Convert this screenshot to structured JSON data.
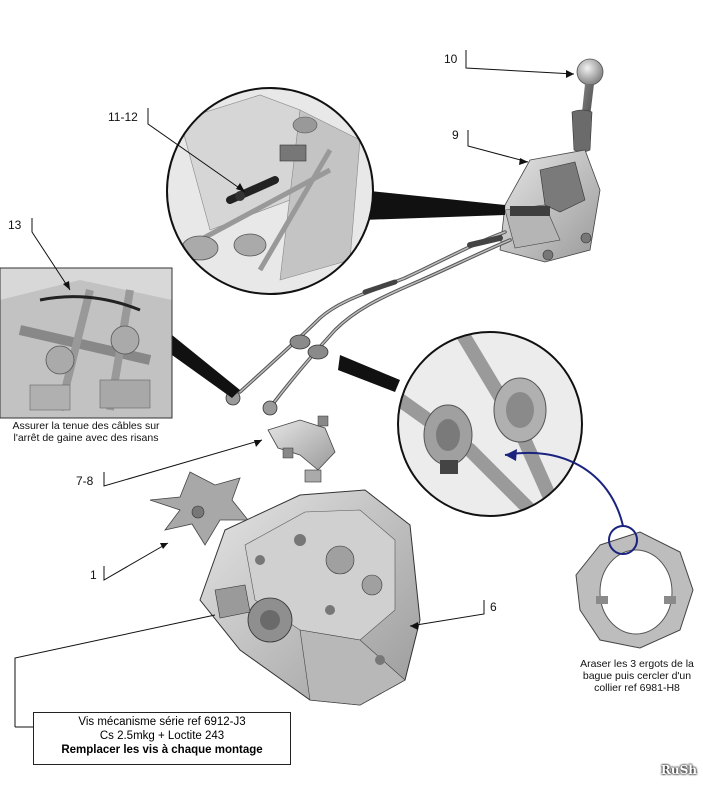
{
  "labels": {
    "part_10": "10",
    "part_11_12": "11-12",
    "part_9": "9",
    "part_13": "13",
    "part_7_8": "7-8",
    "part_1": "1",
    "part_6": "6"
  },
  "captions": {
    "cable_note_line1": "Assurer la tenue des câbles sur",
    "cable_note_line2": "l'arrêt de gaine avec des risans",
    "ring_note_line1": "Araser les 3 ergots de la",
    "ring_note_line2": "bague puis cercler d'un",
    "ring_note_line3": "collier ref 6981-H8"
  },
  "screw_note": {
    "line1": "Vis mécanisme série ref 6912-J3",
    "line2": "Cs 2.5mkg + Loctite 243",
    "line3": "Remplacer les vis à chaque montage"
  },
  "signature": "RuSh",
  "colors": {
    "leader_blue": "#1a237e",
    "part_grey": "#c8c8c8",
    "part_dark": "#5a5a5a"
  }
}
